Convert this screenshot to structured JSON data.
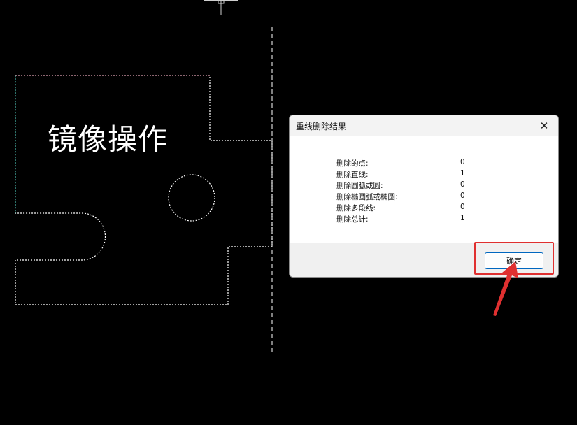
{
  "canvas": {
    "text": "镜像操作"
  },
  "dialog": {
    "title": "重线删除结果",
    "close_glyph": "✕",
    "rows": [
      {
        "label": "删除的点:",
        "value": "0"
      },
      {
        "label": "删除直线:",
        "value": "1"
      },
      {
        "label": "删除圆弧或圆:",
        "value": "0"
      },
      {
        "label": "删除椭圆弧或椭圆:",
        "value": "0"
      },
      {
        "label": "删除多段线:",
        "value": "0"
      },
      {
        "label": "删除总计:",
        "value": "1"
      }
    ],
    "ok_label": "确定"
  },
  "annotation": {
    "highlight_color": "#e03030",
    "arrow_color": "#e03030"
  }
}
